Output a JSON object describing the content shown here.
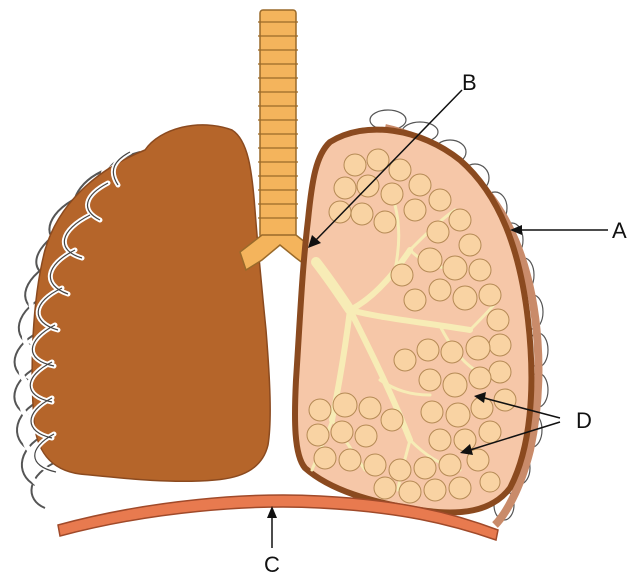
{
  "labels": {
    "a": "A",
    "b": "B",
    "c": "C",
    "d": "D"
  },
  "colors": {
    "lung_solid": "#b5652a",
    "lung_section_fill": "#f6c7a8",
    "lung_outline": "#8b4a1f",
    "trachea": "#f4b45c",
    "alveoli": "#f9d3a3",
    "bronchioles": "#f7ecb6",
    "diaphragm": "#e87a4f",
    "rib_stroke": "#555555",
    "pleura": "#c98b6a"
  }
}
